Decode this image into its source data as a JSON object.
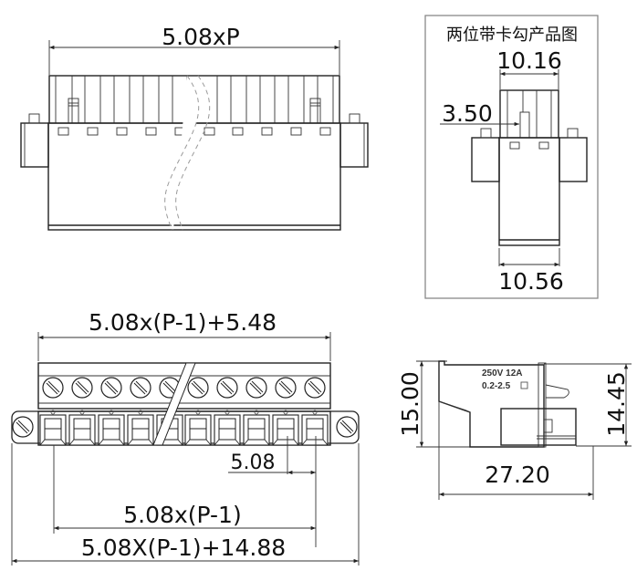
{
  "top_view": {
    "width_label": "5.08xP"
  },
  "inset": {
    "title": "两位带卡勾产品图",
    "top_width": "10.16",
    "latch_offset": "3.50",
    "bottom_width": "10.56"
  },
  "front_view": {
    "top_width": "5.08x(P-1)+5.48",
    "pitch": "5.08",
    "pin_span": "5.08x(P-1)",
    "overall_width": "5.08X(P-1)+14.88",
    "pole_count_shown": 10
  },
  "side_view": {
    "height_left": "15.00",
    "height_right": "14.45",
    "depth": "27.20",
    "rating_line1": "250V  12A",
    "rating_line2": "0.2-2.5"
  }
}
